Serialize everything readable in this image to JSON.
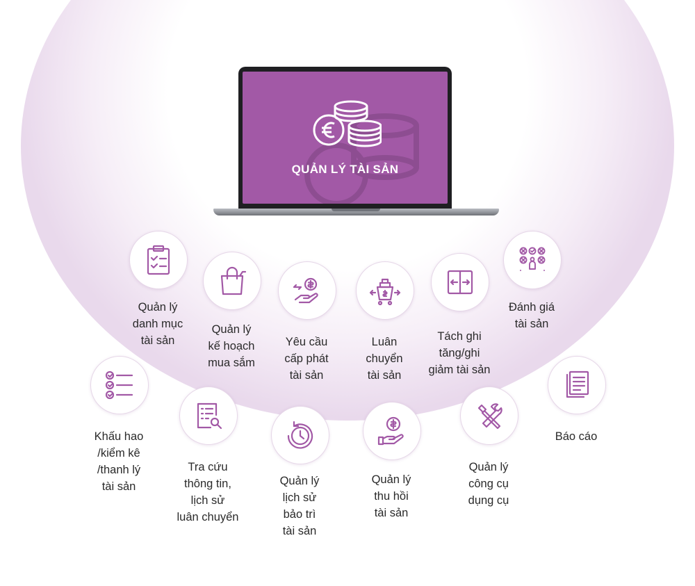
{
  "laptop": {
    "title": "QUẢN LÝ TÀI SẢN"
  },
  "accent_color": "#a259a6",
  "features": [
    {
      "id": "danh-muc",
      "label": "Quản lý\ndanh mục\ntài sản",
      "icon": "clipboard-checklist-icon"
    },
    {
      "id": "ke-hoach",
      "label": "Quản lý\nkế hoạch\nmua sắm",
      "icon": "shopping-bag-icon"
    },
    {
      "id": "cap-phat",
      "label": "Yêu cầu\ncấp phát\ntài sản",
      "icon": "hand-coin-icon"
    },
    {
      "id": "luan-chuyen",
      "label": "Luân\nchuyển\ntài sản",
      "icon": "cart-arrows-icon"
    },
    {
      "id": "tach-ghi",
      "label": "Tách ghi\ntăng/ghi\ngiảm tài sản",
      "icon": "split-arrows-icon"
    },
    {
      "id": "danh-gia",
      "label": "Đánh giá\ntài sản",
      "icon": "evaluation-icon"
    },
    {
      "id": "khau-hao",
      "label": "Khấu hao\n/kiểm kê\n/thanh lý\ntài sản",
      "icon": "checklist-icon"
    },
    {
      "id": "tra-cuu",
      "label": "Tra cứu\nthông tin,\nlịch sử\nluân chuyển",
      "icon": "document-search-icon"
    },
    {
      "id": "bao-tri",
      "label": "Quản lý\nlịch sử\nbảo trì\ntài sản",
      "icon": "clock-history-icon"
    },
    {
      "id": "thu-hoi",
      "label": "Quản lý\nthu hồi\ntài sản",
      "icon": "hand-dollar-icon"
    },
    {
      "id": "cong-cu",
      "label": "Quản lý\ncông cụ\ndụng cụ",
      "icon": "tools-icon"
    },
    {
      "id": "bao-cao",
      "label": "Báo cáo",
      "icon": "report-icon"
    }
  ]
}
